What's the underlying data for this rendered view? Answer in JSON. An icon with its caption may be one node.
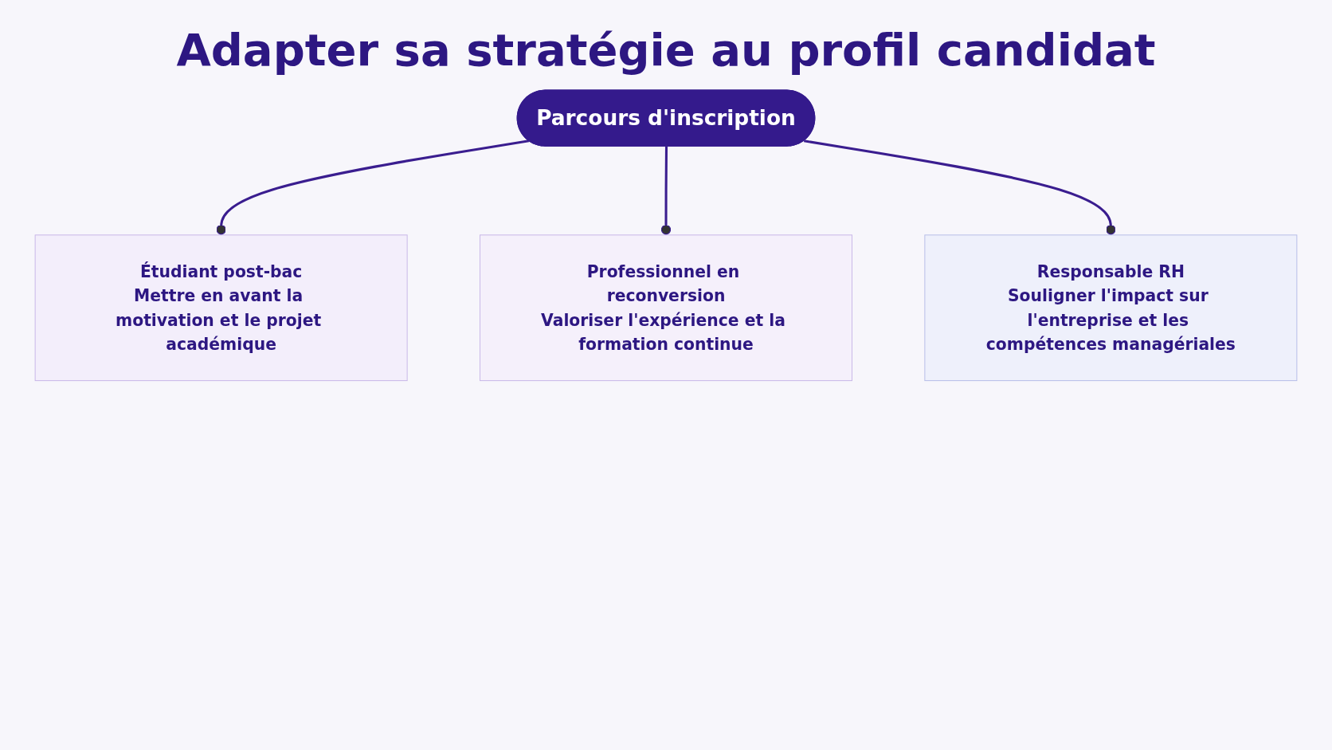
{
  "diagram": {
    "title": "Adapter sa stratégie au profil candidat",
    "nodes": [
      {
        "text": [
          "Parcours d'inscription"
        ]
      },
      {
        "text": [
          "Étudiant post-bac",
          "Mettre en avant la motivation et le projet académique"
        ]
      },
      {
        "text": [
          "Professionnel en reconversion",
          "Valoriser l'expérience et la formation continue"
        ]
      },
      {
        "text": [
          "Responsable RH",
          "Souligner l'impact sur l'entreprise et les compétences managériales"
        ]
      }
    ],
    "edges": [
      {
        "from": 0,
        "to": 1,
        "arrow": "other"
      },
      {
        "from": 0,
        "to": 2,
        "arrow": "other"
      },
      {
        "from": 0,
        "to": 3,
        "arrow": "other"
      }
    ]
  }
}
